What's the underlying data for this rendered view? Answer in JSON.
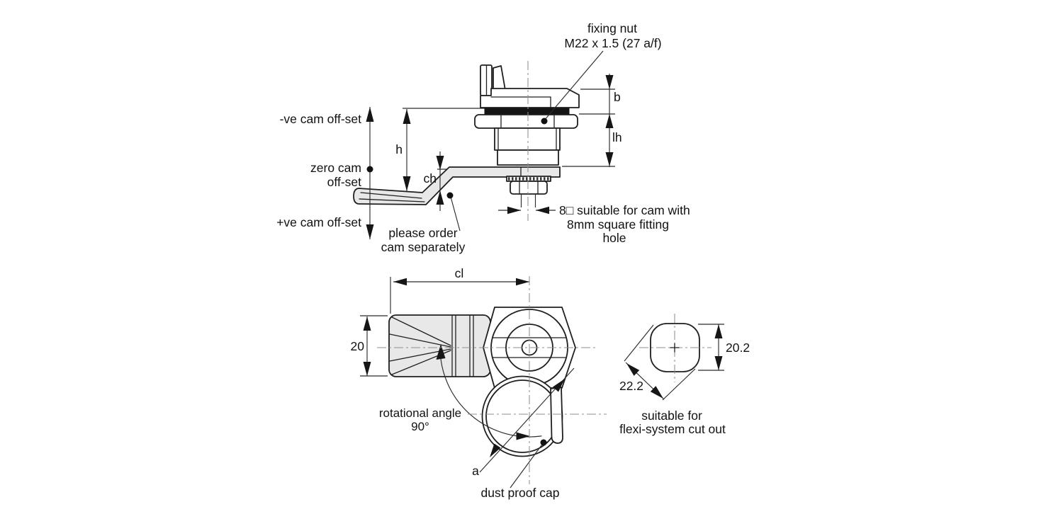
{
  "diagram": {
    "side_view": {
      "fixing_nut_label_line1": "fixing nut",
      "fixing_nut_label_line2": "M22 x 1.5 (27 a/f)",
      "offset_labels": {
        "negative": "-ve cam off-set",
        "zero_line1": "zero cam",
        "zero_line2": "off-set",
        "positive": "+ve cam off-set"
      },
      "dims": {
        "h": "h",
        "ch": "ch",
        "b": "b",
        "lh": "lh"
      },
      "order_note_line1": "please order",
      "order_note_line2": "cam separately",
      "square_note_line1": "8□ suitable for cam with",
      "square_note_line2": "8mm square fitting",
      "square_note_line3": "hole"
    },
    "top_view": {
      "dims": {
        "cl": "cl",
        "width": "20",
        "a": "a"
      },
      "rotation_note_line1": "rotational angle",
      "rotation_note_line2": "90°",
      "dust_cap_label": "dust proof cap"
    },
    "cutout_view": {
      "dims": {
        "height": "20.2",
        "diagonal": "22.2"
      },
      "note_line1": "suitable for",
      "note_line2": "flexi-system cut out"
    }
  },
  "colors": {
    "line": "#1f1f1f",
    "centerline": "#8f8f8f",
    "cam_fill": "#e8e8e8",
    "seal_fill": "#141414",
    "background": "#ffffff"
  }
}
